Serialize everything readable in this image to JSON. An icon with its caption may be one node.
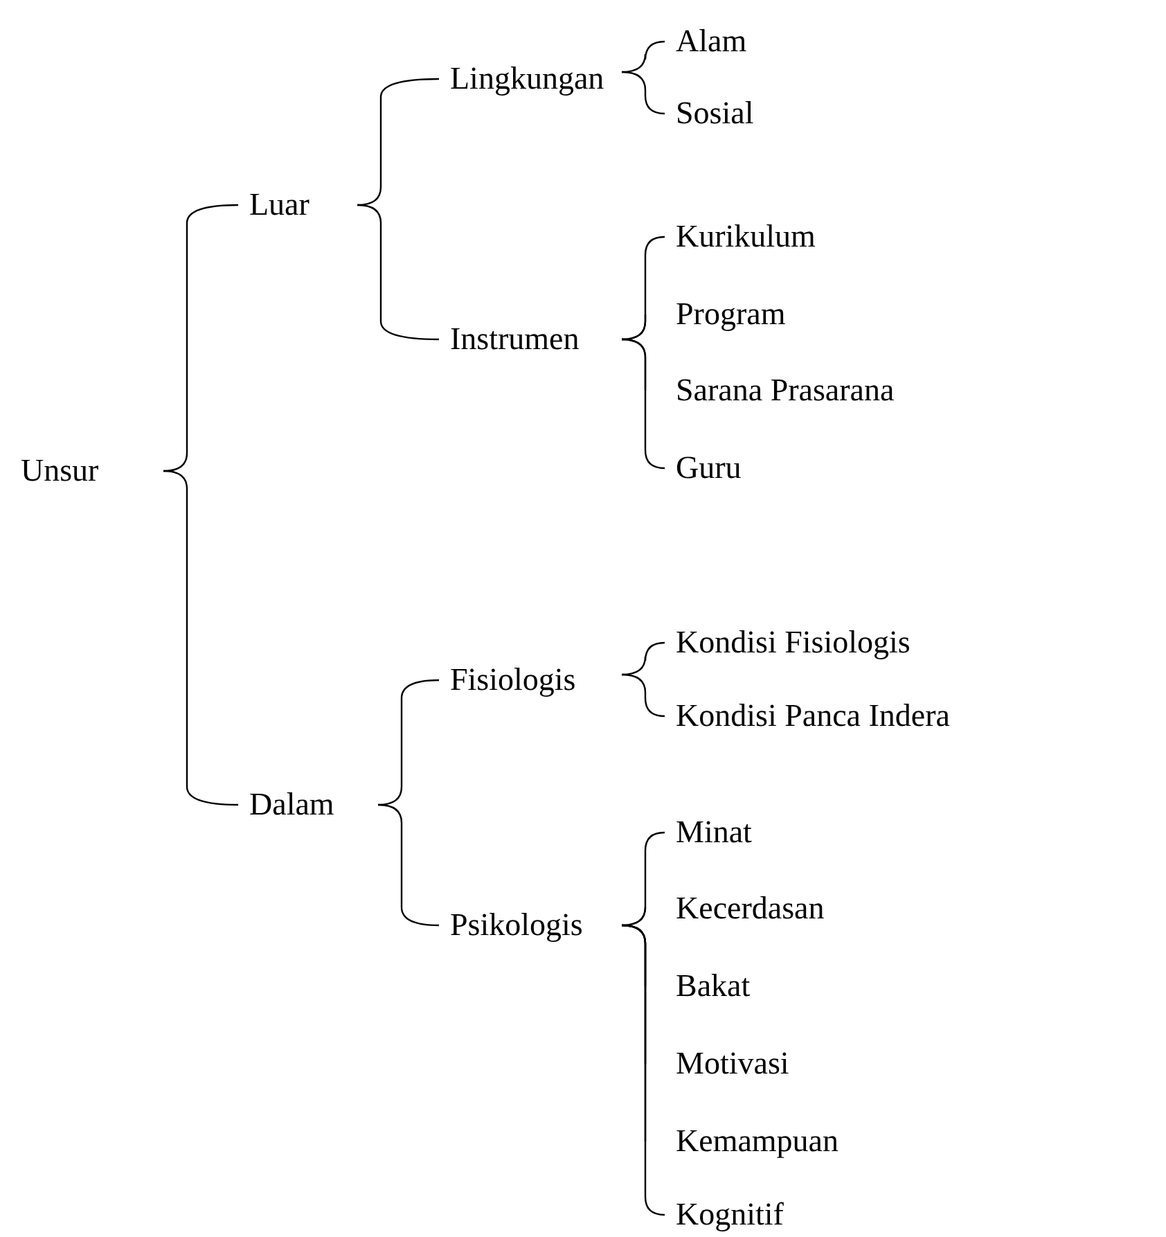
{
  "diagram": {
    "nodes": [
      {
        "text": [
          "Unsur"
        ]
      },
      {
        "text": [
          "Luar"
        ]
      },
      {
        "text": [
          "Lingkungan"
        ]
      },
      {
        "text": [
          "Alam"
        ]
      },
      {
        "text": [
          "Sosial"
        ]
      },
      {
        "text": [
          "Instrumen"
        ]
      },
      {
        "text": [
          "Kurikulum"
        ]
      },
      {
        "text": [
          "Program"
        ]
      },
      {
        "text": [
          "Sarana Prasarana"
        ]
      },
      {
        "text": [
          "Guru"
        ]
      },
      {
        "text": [
          "Dalam"
        ]
      },
      {
        "text": [
          "Fisiologis"
        ]
      },
      {
        "text": [
          "Kondisi Fisiologis"
        ]
      },
      {
        "text": [
          "Kondisi Panca Indera"
        ]
      },
      {
        "text": [
          "Psikologis"
        ]
      },
      {
        "text": [
          "Minat"
        ]
      },
      {
        "text": [
          "Kecerdasan"
        ]
      },
      {
        "text": [
          "Bakat"
        ]
      },
      {
        "text": [
          "Motivasi"
        ]
      },
      {
        "text": [
          "Kemampuan"
        ]
      },
      {
        "text": [
          "Kognitif"
        ]
      }
    ],
    "edges": [
      {
        "from": 0,
        "to": 1,
        "arrow": "none"
      },
      {
        "from": 0,
        "to": 10,
        "arrow": "none"
      },
      {
        "from": 1,
        "to": 2,
        "arrow": "none"
      },
      {
        "from": 1,
        "to": 5,
        "arrow": "none"
      },
      {
        "from": 2,
        "to": 3,
        "arrow": "none"
      },
      {
        "from": 2,
        "to": 4,
        "arrow": "none"
      },
      {
        "from": 5,
        "to": 6,
        "arrow": "none"
      },
      {
        "from": 5,
        "to": 7,
        "arrow": "none"
      },
      {
        "from": 5,
        "to": 8,
        "arrow": "none"
      },
      {
        "from": 5,
        "to": 9,
        "arrow": "none"
      },
      {
        "from": 10,
        "to": 11,
        "arrow": "none"
      },
      {
        "from": 10,
        "to": 14,
        "arrow": "none"
      },
      {
        "from": 11,
        "to": 12,
        "arrow": "none"
      },
      {
        "from": 11,
        "to": 13,
        "arrow": "none"
      },
      {
        "from": 14,
        "to": 15,
        "arrow": "none"
      },
      {
        "from": 14,
        "to": 16,
        "arrow": "none"
      },
      {
        "from": 14,
        "to": 17,
        "arrow": "none"
      },
      {
        "from": 14,
        "to": 18,
        "arrow": "none"
      },
      {
        "from": 14,
        "to": 19,
        "arrow": "none"
      },
      {
        "from": 14,
        "to": 20,
        "arrow": "none"
      }
    ]
  }
}
